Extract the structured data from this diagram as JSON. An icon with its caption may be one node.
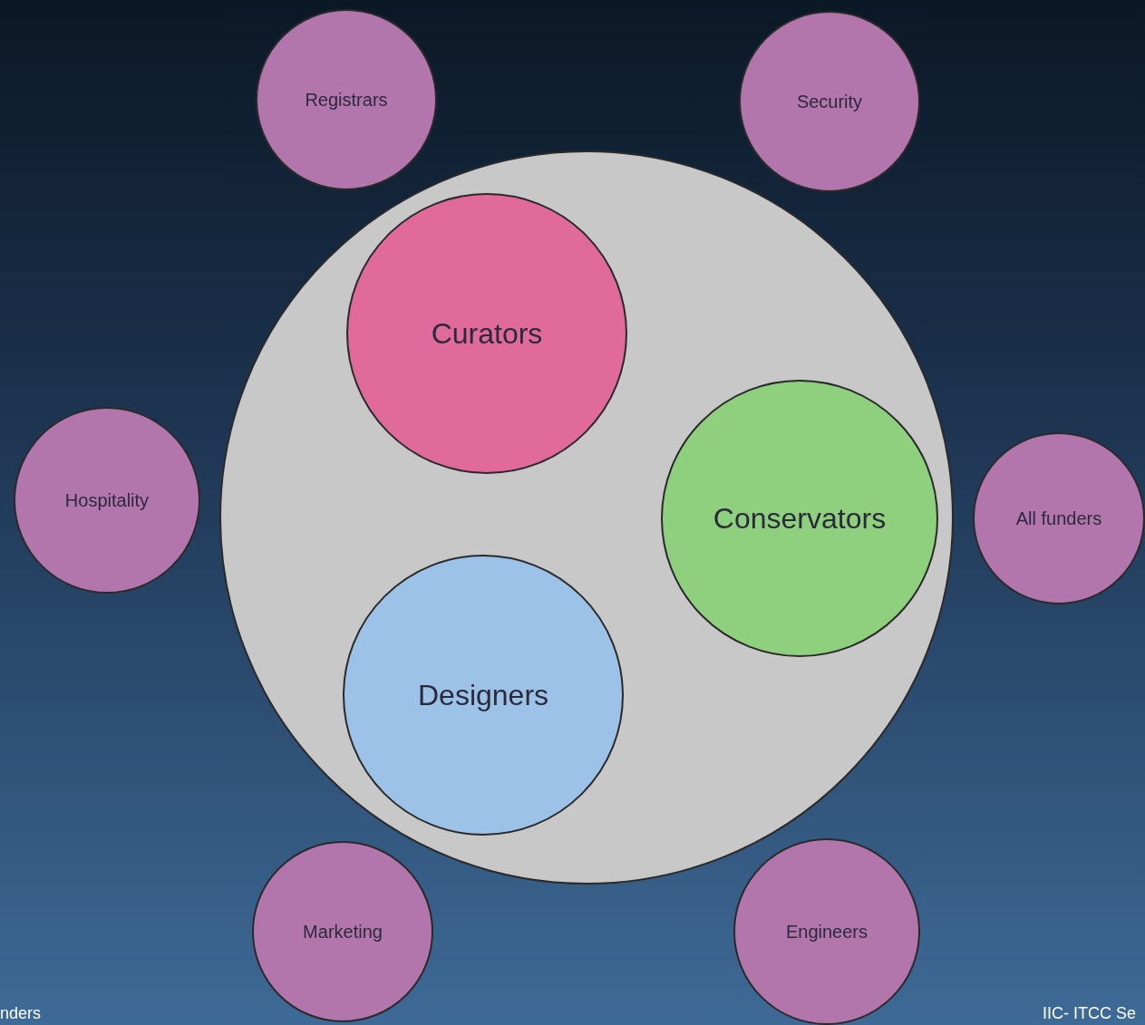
{
  "diagram": {
    "nodes": [
      {
        "text": [
          "Registrars"
        ]
      },
      {
        "text": [
          "Security"
        ]
      },
      {
        "text": [],
        "shape": "circle"
      },
      {
        "text": [
          "Curators"
        ],
        "in": 2
      },
      {
        "text": [
          "Hospitality"
        ]
      },
      {
        "text": [
          "Conservators"
        ],
        "in": 2
      },
      {
        "text": [
          "All funders"
        ]
      },
      {
        "text": [
          "Designers"
        ],
        "in": 2
      },
      {
        "text": [
          "Marketing"
        ]
      },
      {
        "text": [
          "Engineers"
        ]
      }
    ],
    "labels": [
      "nders",
      "IIC- ITCC  Se"
    ]
  }
}
